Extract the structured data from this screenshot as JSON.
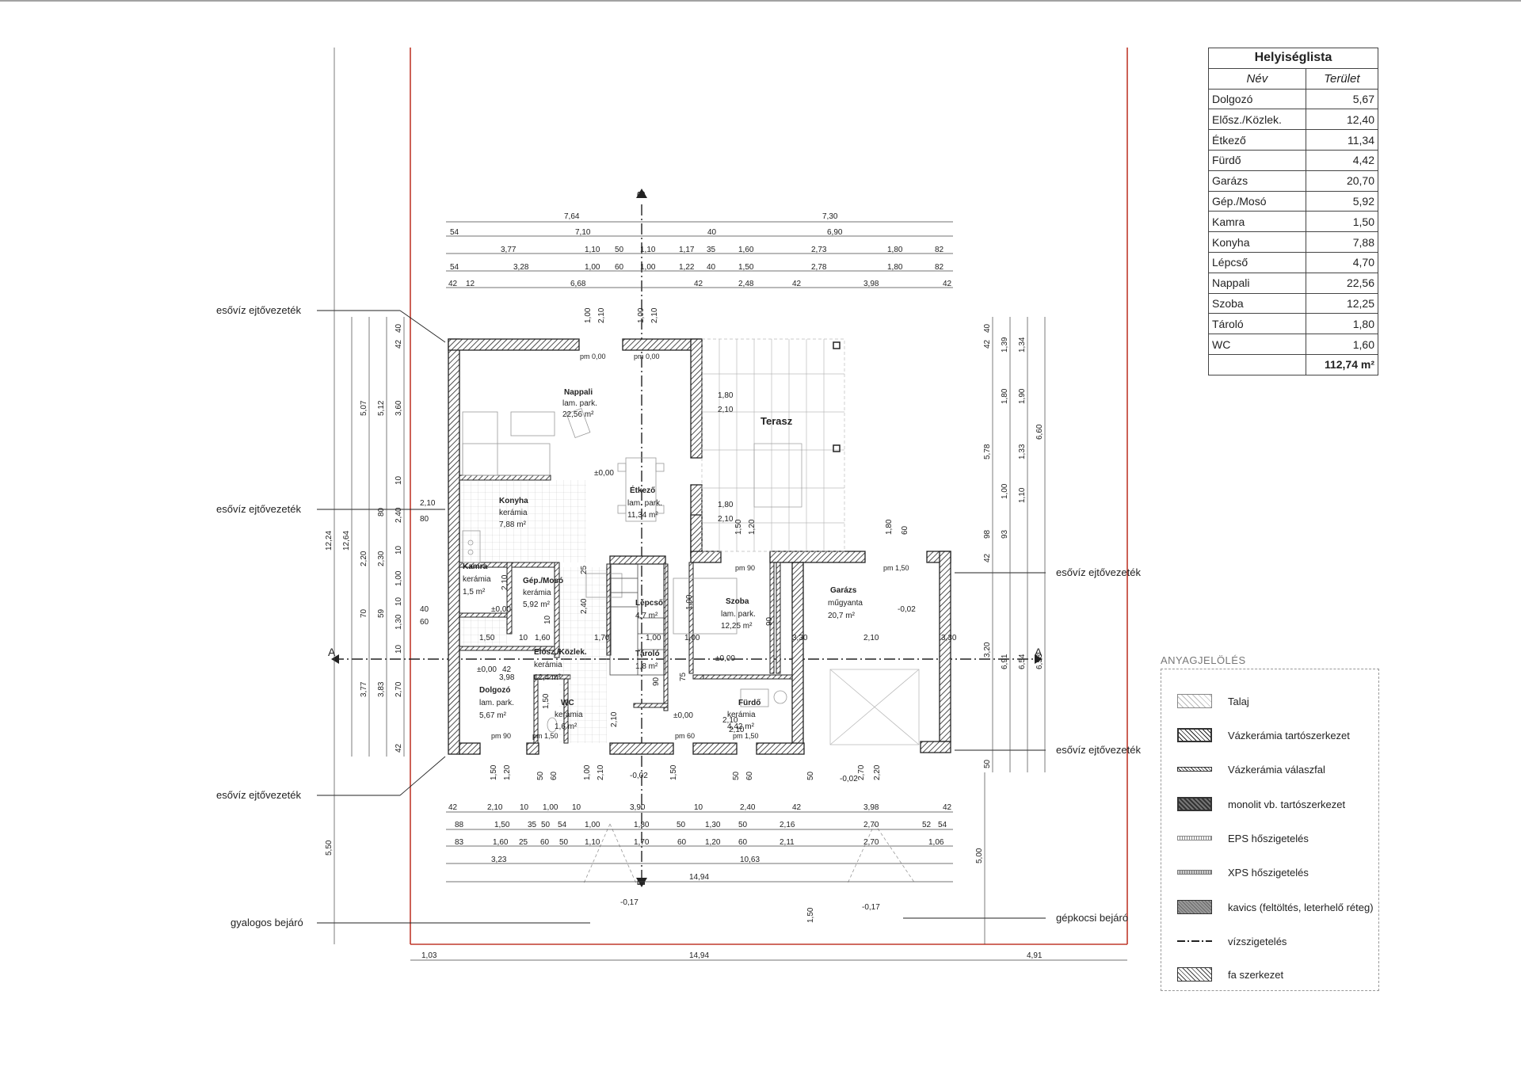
{
  "room_table": {
    "title": "Helyiséglista",
    "col_name": "Név",
    "col_area": "Terület",
    "rows": [
      {
        "name": "Dolgozó",
        "area": "5,67"
      },
      {
        "name": "Elősz./Közlek.",
        "area": "12,40"
      },
      {
        "name": "Étkező",
        "area": "11,34"
      },
      {
        "name": "Fürdő",
        "area": "4,42"
      },
      {
        "name": "Garázs",
        "area": "20,70"
      },
      {
        "name": "Gép./Mosó",
        "area": "5,92"
      },
      {
        "name": "Kamra",
        "area": "1,50"
      },
      {
        "name": "Konyha",
        "area": "7,88"
      },
      {
        "name": "Lépcső",
        "area": "4,70"
      },
      {
        "name": "Nappali",
        "area": "22,56"
      },
      {
        "name": "Szoba",
        "area": "12,25"
      },
      {
        "name": "Tároló",
        "area": "1,80"
      },
      {
        "name": "WC",
        "area": "1,60"
      }
    ],
    "total": "112,74 m²"
  },
  "legend": {
    "title": "ANYAGJELÖLÉS",
    "items": [
      {
        "label": "Talaj"
      },
      {
        "label": "Vázkerámia tartószerkezet"
      },
      {
        "label": "Vázkerámia válaszfal"
      },
      {
        "label": "monolit vb. tartószerkezet"
      },
      {
        "label": "EPS hőszigetelés"
      },
      {
        "label": "XPS hőszigetelés"
      },
      {
        "label": "kavics (feltöltés, leterhelő réteg)"
      },
      {
        "label": "vízszigetelés"
      },
      {
        "label": "fa szerkezet"
      }
    ]
  },
  "rooms": {
    "nappali": {
      "name": "Nappali",
      "floor": "lam. park.",
      "area": "22,56 m²"
    },
    "etkezo": {
      "name": "Étkező",
      "floor": "lam. park.",
      "area": "11,34 m²"
    },
    "konyha": {
      "name": "Konyha",
      "floor": "kerámia",
      "area": "7,88 m²"
    },
    "kamra": {
      "name": "Kamra",
      "floor": "kerámia",
      "area": "1,5 m²"
    },
    "gepmoso": {
      "name": "Gép./Mosó",
      "floor": "kerámia",
      "area": "5,92 m²"
    },
    "lepcso": {
      "name": "Lépcső",
      "area": "4,7 m²"
    },
    "szoba": {
      "name": "Szoba",
      "floor": "lam. park.",
      "area": "12,25 m²"
    },
    "garazs": {
      "name": "Garázs",
      "floor": "műgyanta",
      "area": "20,7 m²"
    },
    "eloszkozlek": {
      "name": "Elősz./Közlek.",
      "floor": "kerámia",
      "area": "12,4 m²"
    },
    "taroló": {
      "name": "Tároló",
      "area": "1,8 m²"
    },
    "dolgozo": {
      "name": "Dolgozó",
      "floor": "lam. park.",
      "area": "5,67 m²"
    },
    "wc": {
      "name": "WC",
      "floor": "kerámia",
      "area": "1,6 m²"
    },
    "furdo": {
      "name": "Fürdő",
      "floor": "kerámia",
      "area": "4,42 m²"
    },
    "terasz": {
      "name": "Terasz"
    }
  },
  "callouts": {
    "rain_pipe": "esővíz ejtővezeték",
    "pedestrian_entry": "gyalogos bejáró",
    "car_entry": "gépkocsi bejáró"
  },
  "levels": {
    "zero": "±0,00",
    "minus002": "-0,02",
    "minus017": "-0,17",
    "pm000": "pm 0,00",
    "pm090": "pm 90",
    "pm150": "pm 1,50",
    "pm060": "pm 60"
  },
  "section_marks": {
    "a": "A",
    "b": "B"
  },
  "dims": {
    "top_row1": [
      "7,64",
      "7,30"
    ],
    "top_row2": [
      "54",
      "7,10",
      "40",
      "6,90"
    ],
    "top_row3": [
      "3,77",
      "1,10",
      "50",
      "1,10",
      "1,17",
      "35",
      "1,60",
      "2,73",
      "1,80",
      "82"
    ],
    "top_row4": [
      "54",
      "3,28",
      "1,00",
      "60",
      "1,00",
      "1,22",
      "40",
      "1,50",
      "2,78",
      "1,80",
      "82"
    ],
    "top_row5": [
      "42",
      "12",
      "6,68",
      "42",
      "2,48",
      "42",
      "3,98",
      "42"
    ],
    "bottom_row1": [
      "42",
      "2,10",
      "10",
      "1,00",
      "10",
      "3,90",
      "10",
      "2,40",
      "42",
      "3,98",
      "42"
    ],
    "bottom_row2": [
      "88",
      "1,50",
      "35",
      "50",
      "54",
      "1,00",
      "1,80",
      "50",
      "1,30",
      "50",
      "2,16",
      "2,70",
      "52",
      "54"
    ],
    "bottom_row3": [
      "83",
      "1,60",
      "25",
      "60",
      "50",
      "1,10",
      "1,70",
      "60",
      "1,20",
      "60",
      "2,11",
      "2,70",
      "1,06"
    ],
    "bottom_row4": [
      "3,23",
      "10,63"
    ],
    "bottom_row5": [
      "14,94"
    ],
    "site_bottom": [
      "1,03",
      "14,94",
      "4,91"
    ],
    "left_total": [
      "12,24",
      "12,64",
      "5,50"
    ],
    "left_col1": [
      "5,07",
      "2,20",
      "70",
      "3,77"
    ],
    "left_col2": [
      "5,12",
      "2,30",
      "59",
      "3,83"
    ],
    "left_col3": [
      "42",
      "40",
      "3,60",
      "10",
      "2,40",
      "80",
      "10",
      "1,00",
      "10",
      "1,30",
      "10",
      "2,70",
      "42"
    ],
    "right_col1": [
      "42",
      "40",
      "5,78",
      "98",
      "42",
      "3,20",
      "50"
    ],
    "right_col2": [
      "1,39",
      "1,80",
      "1,00",
      "93",
      "6,91"
    ],
    "right_col3": [
      "1,34",
      "1,90",
      "1,33",
      "1,10",
      "6,54"
    ],
    "right_col4": [
      "6,60",
      "6,53"
    ],
    "right_site": [
      "5,00"
    ],
    "bottom_vertical": [
      "1,50",
      "1,20",
      "50",
      "60",
      "1,00",
      "2,10",
      "1,50",
      "50",
      "60",
      "50",
      "2,70",
      "2,20",
      "1,50"
    ],
    "inner": [
      "1,80",
      "2,10",
      "1,00",
      "2,10",
      "1,50",
      "1,20",
      "1,80",
      "60",
      "1,50",
      "10",
      "1,60",
      "1,70",
      "1,00",
      "1,00",
      "2,10",
      "2,40",
      "25",
      "90",
      "2,10",
      "3,30",
      "3,98",
      "42",
      "1,50",
      "2,10",
      "2,10",
      "75",
      "2,10",
      "90",
      "1,00",
      "2,10",
      "80",
      "40",
      "60",
      "40",
      "10",
      "90"
    ]
  }
}
